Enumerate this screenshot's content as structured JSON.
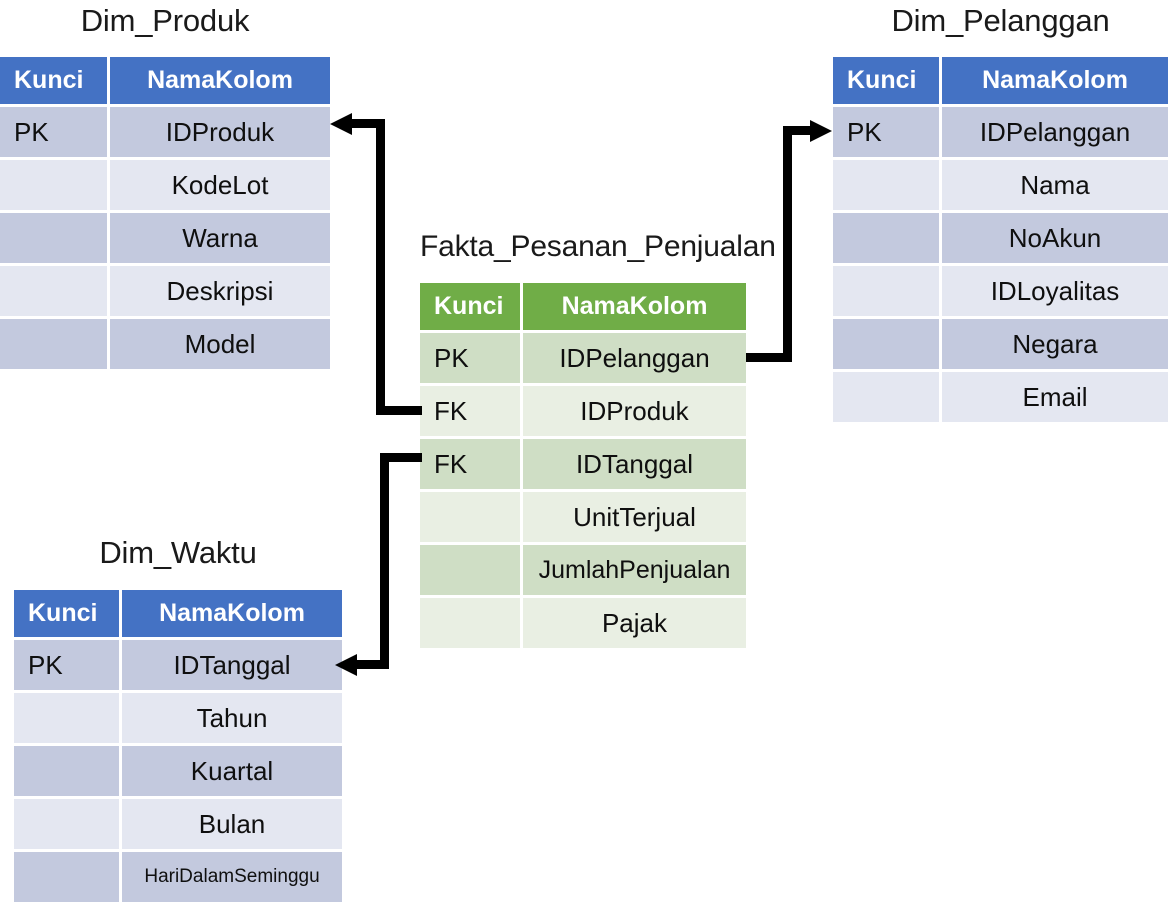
{
  "diagram": {
    "kind": "star-schema",
    "colors": {
      "dimension_header": "#4472C4",
      "fact_header": "#70AD47",
      "dimension_band_dark": "#C3C9DE",
      "dimension_band_light": "#E4E7F1",
      "fact_band_dark": "#CFDEC5",
      "fact_band_light": "#E9EFE3",
      "connector": "#000000",
      "text": "#0F0F0F",
      "background": "#FFFFFF"
    }
  },
  "columns": {
    "key_header": "Kunci",
    "name_header": "NamaKolom"
  },
  "tables": {
    "dim_produk": {
      "title": "Dim_Produk",
      "rows": [
        {
          "key": "PK",
          "name": "IDProduk"
        },
        {
          "key": "",
          "name": "KodeLot"
        },
        {
          "key": "",
          "name": "Warna"
        },
        {
          "key": "",
          "name": "Deskripsi"
        },
        {
          "key": "",
          "name": "Model"
        }
      ]
    },
    "dim_pelanggan": {
      "title": "Dim_Pelanggan",
      "rows": [
        {
          "key": "PK",
          "name": "IDPelanggan"
        },
        {
          "key": "",
          "name": "Nama"
        },
        {
          "key": "",
          "name": "NoAkun"
        },
        {
          "key": "",
          "name": "IDLoyalitas"
        },
        {
          "key": "",
          "name": "Negara"
        },
        {
          "key": "",
          "name": "Email"
        }
      ]
    },
    "dim_waktu": {
      "title": "Dim_Waktu",
      "rows": [
        {
          "key": "PK",
          "name": "IDTanggal"
        },
        {
          "key": "",
          "name": "Tahun"
        },
        {
          "key": "",
          "name": "Kuartal"
        },
        {
          "key": "",
          "name": "Bulan"
        },
        {
          "key": "",
          "name": "HariDalamSeminggu"
        }
      ]
    },
    "fakta_pesanan_penjualan": {
      "title": "Fakta_Pesanan_Penjualan",
      "rows": [
        {
          "key": "PK",
          "name": "IDPelanggan"
        },
        {
          "key": "FK",
          "name": "IDProduk"
        },
        {
          "key": "FK",
          "name": "IDTanggal"
        },
        {
          "key": "",
          "name": "UnitTerjual"
        },
        {
          "key": "",
          "name": "JumlahPenjualan"
        },
        {
          "key": "",
          "name": "Pajak"
        }
      ]
    }
  },
  "relationships": [
    {
      "name": "fakta-to-dim-produk",
      "from_table": "Fakta_Pesanan_Penjualan",
      "from_column": "IDProduk",
      "to_table": "Dim_Produk",
      "to_column": "IDProduk",
      "direction": "left"
    },
    {
      "name": "fakta-to-dim-waktu",
      "from_table": "Fakta_Pesanan_Penjualan",
      "from_column": "IDTanggal",
      "to_table": "Dim_Waktu",
      "to_column": "IDTanggal",
      "direction": "left"
    },
    {
      "name": "fakta-to-dim-pelanggan",
      "from_table": "Fakta_Pesanan_Penjualan",
      "from_column": "IDPelanggan",
      "to_table": "Dim_Pelanggan",
      "to_column": "IDPelanggan",
      "direction": "right"
    }
  ]
}
